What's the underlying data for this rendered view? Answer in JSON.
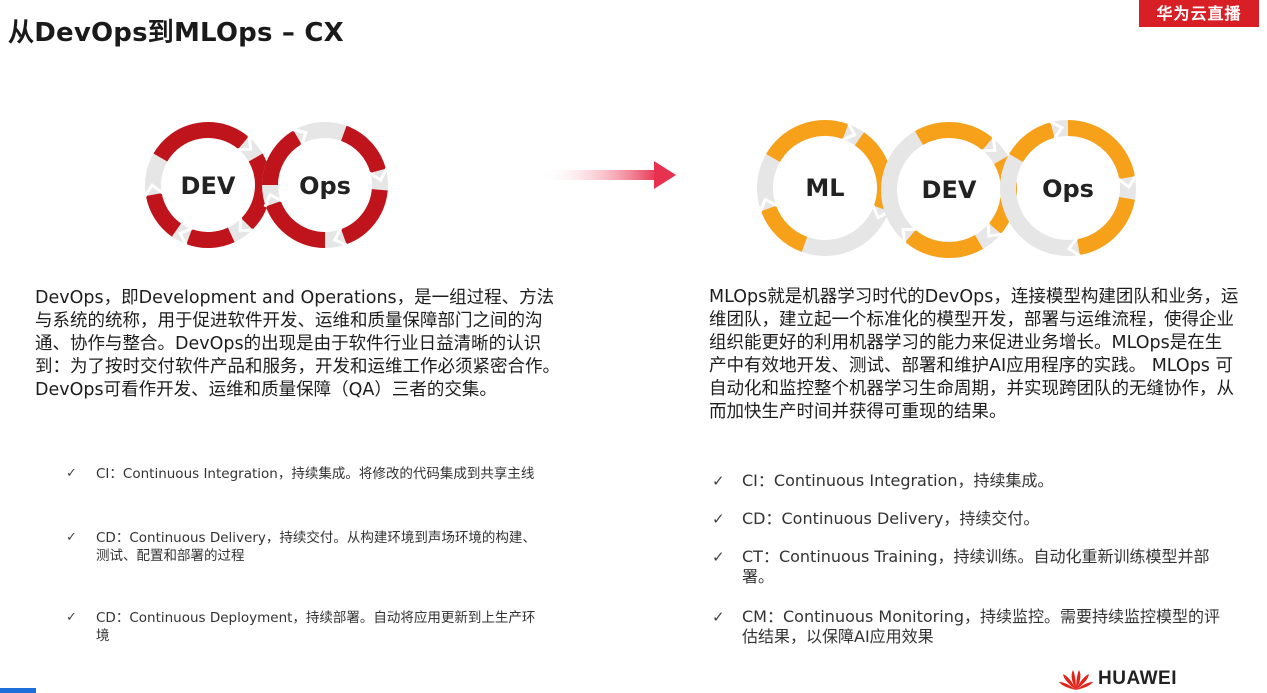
{
  "header": {
    "title": "从DevOps到MLOps – CX",
    "live_badge": "华为云直播"
  },
  "devops_diagram": {
    "labels": [
      "DEV",
      "Ops"
    ],
    "color": "#c0141c"
  },
  "mlops_diagram": {
    "labels": [
      "ML",
      "DEV",
      "Ops"
    ],
    "color": "#f7a11a"
  },
  "arrow": {
    "color": "#e8304f"
  },
  "left": {
    "paragraph": "DevOps，即Development and Operations，是一组过程、方法与系统的统称，用于促进软件开发、运维和质量保障部门之间的沟通、协作与整合。DevOps的出现是由于软件行业日益清晰的认识到：为了按时交付软件产品和服务，开发和运维工作必须紧密合作。DevOps可看作开发、运维和质量保障（QA）三者的交集。",
    "items": [
      "CI：Continuous Integration，持续集成。将修改的代码集成到共享主线",
      "CD：Continuous Delivery，持续交付。从构建环境到声场环境的构建、测试、配置和部署的过程",
      "CD：Continuous Deployment，持续部署。自动将应用更新到上生产环境"
    ]
  },
  "right": {
    "paragraph": "MLOps就是机器学习时代的DevOps，连接模型构建团队和业务，运维团队，建立起一个标准化的模型开发，部署与运维流程，使得企业组织能更好的利用机器学习的能力来促进业务增长。MLOps是在生产中有效地开发、测试、部署和维护AI应用程序的实践。 MLOps 可自动化和监控整个机器学习生命周期，并实现跨团队的无缝协作，从而加快生产时间并获得可重现的结果。",
    "items": [
      "CI：Continuous Integration，持续集成。",
      "CD：Continuous Delivery，持续交付。",
      "CT：Continuous Training，持续训练。自动化重新训练模型并部署。",
      "CM：Continuous Monitoring，持续监控。需要持续监控模型的评估结果，以保障AI应用效果"
    ],
    "check": "✓"
  },
  "footer": {
    "brand": "HUAWEI",
    "brand_color": "#e2231a"
  }
}
